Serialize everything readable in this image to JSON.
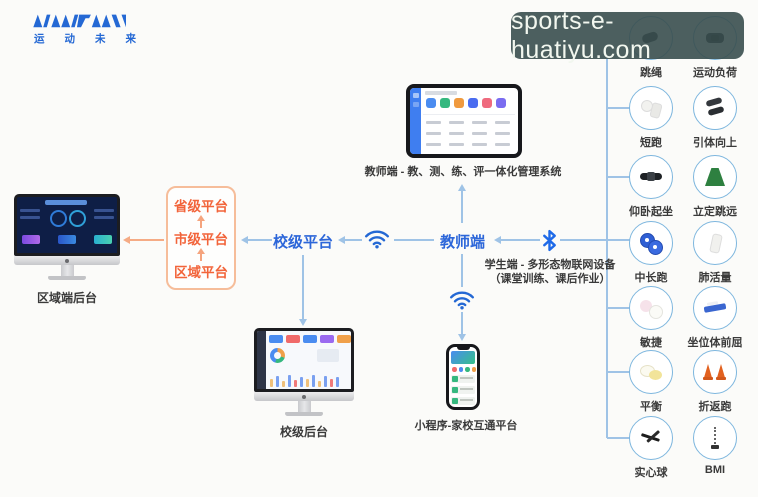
{
  "brand": {
    "logo_text": "运动未来"
  },
  "badge": {
    "text": "sports-e-huatiyu.com"
  },
  "nodes": {
    "teacher": "教师端",
    "school": "校级平台",
    "province": "省级平台",
    "city": "市级平台",
    "district": "区域平台"
  },
  "endpoints": {
    "tablet_label": "教师端 - 教、测、练、评一体化管理系统",
    "region_backend_label": "区域端后台",
    "school_backend_label": "校级后台",
    "miniprogram_label": "小程序-家校互通平台",
    "student_line1": "学生端 - 多形态物联网设备",
    "student_line2": "（课堂训练、课后作业）"
  },
  "devices": {
    "items": [
      {
        "label": "跳绳",
        "icon": "jump-rope"
      },
      {
        "label": "运动负荷",
        "icon": "exercise-load"
      },
      {
        "label": "短跑",
        "icon": "sprint"
      },
      {
        "label": "引体向上",
        "icon": "pull-up"
      },
      {
        "label": "仰卧起坐",
        "icon": "sit-up"
      },
      {
        "label": "立定跳远",
        "icon": "standing-long-jump"
      },
      {
        "label": "中长跑",
        "icon": "distance-run"
      },
      {
        "label": "肺活量",
        "icon": "lung-capacity"
      },
      {
        "label": "敏捷",
        "icon": "agility"
      },
      {
        "label": "坐位体前屈",
        "icon": "sit-and-reach"
      },
      {
        "label": "平衡",
        "icon": "balance"
      },
      {
        "label": "折返跑",
        "icon": "shuttle-run"
      },
      {
        "label": "实心球",
        "icon": "medicine-ball"
      },
      {
        "label": "BMI",
        "icon": "bmi"
      }
    ]
  },
  "colors": {
    "accent_blue": "#2c66d9",
    "accent_orange": "#f2643a",
    "connector_blue": "#9fc3e6",
    "connector_orange": "#f5ab85",
    "badge_bg": "#384e4e",
    "circle_border": "#7db6de"
  }
}
